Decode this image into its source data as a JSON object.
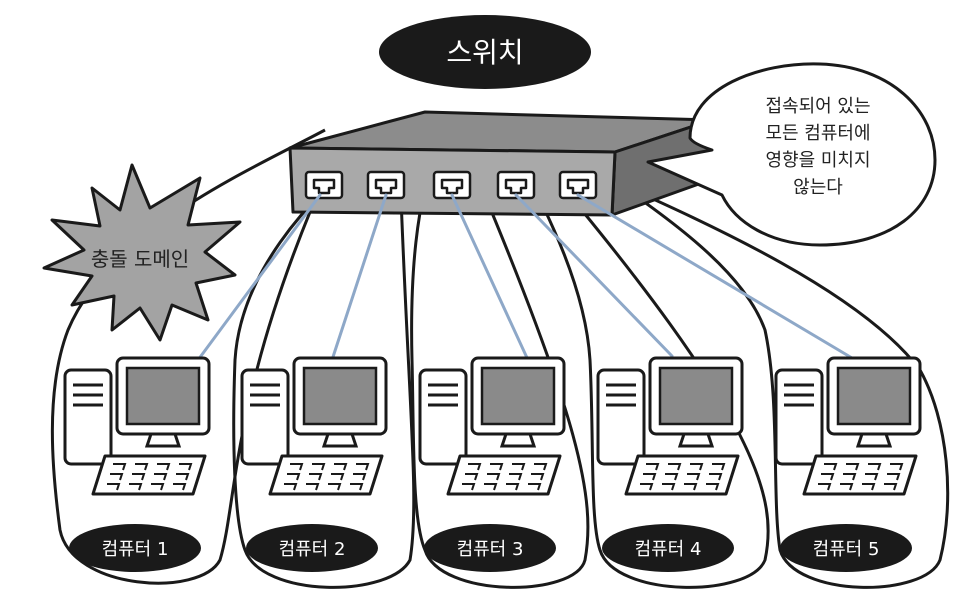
{
  "title": "스위치",
  "collision_domain_label": "충돌 도메인",
  "note_lines": [
    "접속되어 있는",
    "모든 컴퓨터에",
    "영향을 미치지",
    "않는다"
  ],
  "computers": [
    {
      "label": "컴퓨터 1"
    },
    {
      "label": "컴퓨터 2"
    },
    {
      "label": "컴퓨터 3"
    },
    {
      "label": "컴퓨터 4"
    },
    {
      "label": "컴퓨터 5"
    }
  ],
  "colors": {
    "ink": "#1a1a1a",
    "switch_top": "#8c8c8c",
    "switch_front": "#a9a9a9",
    "switch_side": "#6f6f6f",
    "burst_fill": "#a3a3a3",
    "cable": "#8ea8c8",
    "screen": "#8a8a8a",
    "pill": "#1a1a1a"
  }
}
